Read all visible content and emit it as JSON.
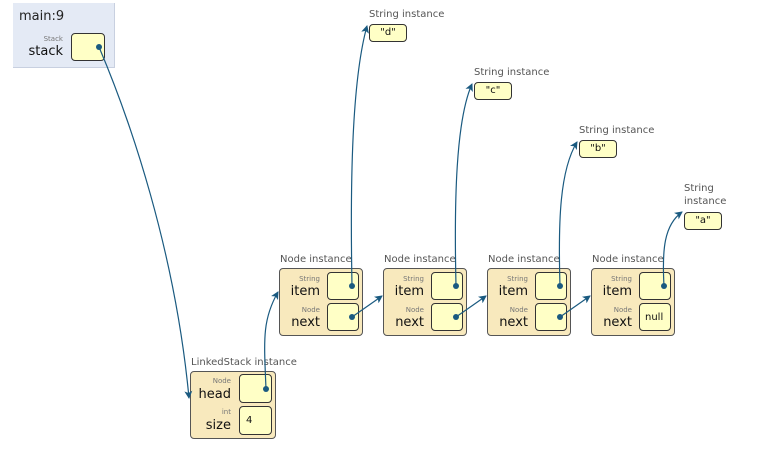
{
  "frame": {
    "title": "main:9",
    "vars": [
      {
        "type": "Stack",
        "name": "stack",
        "value": ""
      }
    ]
  },
  "linked_stack": {
    "label": "LinkedStack instance",
    "fields": [
      {
        "type": "Node",
        "name": "head",
        "value": ""
      },
      {
        "type": "int",
        "name": "size",
        "value": "4"
      }
    ]
  },
  "nodes": [
    {
      "label": "Node instance",
      "item_type": "String",
      "item_name": "item",
      "next_type": "Node",
      "next_name": "next",
      "next_value": ""
    },
    {
      "label": "Node instance",
      "item_type": "String",
      "item_name": "item",
      "next_type": "Node",
      "next_name": "next",
      "next_value": ""
    },
    {
      "label": "Node instance",
      "item_type": "String",
      "item_name": "item",
      "next_type": "Node",
      "next_name": "next",
      "next_value": ""
    },
    {
      "label": "Node instance",
      "item_type": "String",
      "item_name": "item",
      "next_type": "Node",
      "next_name": "next",
      "next_value": "null"
    }
  ],
  "strings": [
    {
      "label": "String instance",
      "value": "\"d\""
    },
    {
      "label": "String instance",
      "value": "\"c\""
    },
    {
      "label": "String instance",
      "value": "\"b\""
    },
    {
      "label_line1": "String",
      "label_line2": "instance",
      "value": "\"a\""
    }
  ],
  "colors": {
    "arrow": "#1a5a80",
    "instance_bg": "#f8e9bd",
    "slot_bg": "#ffffc6",
    "frame_bg": "#e4eaf5"
  }
}
